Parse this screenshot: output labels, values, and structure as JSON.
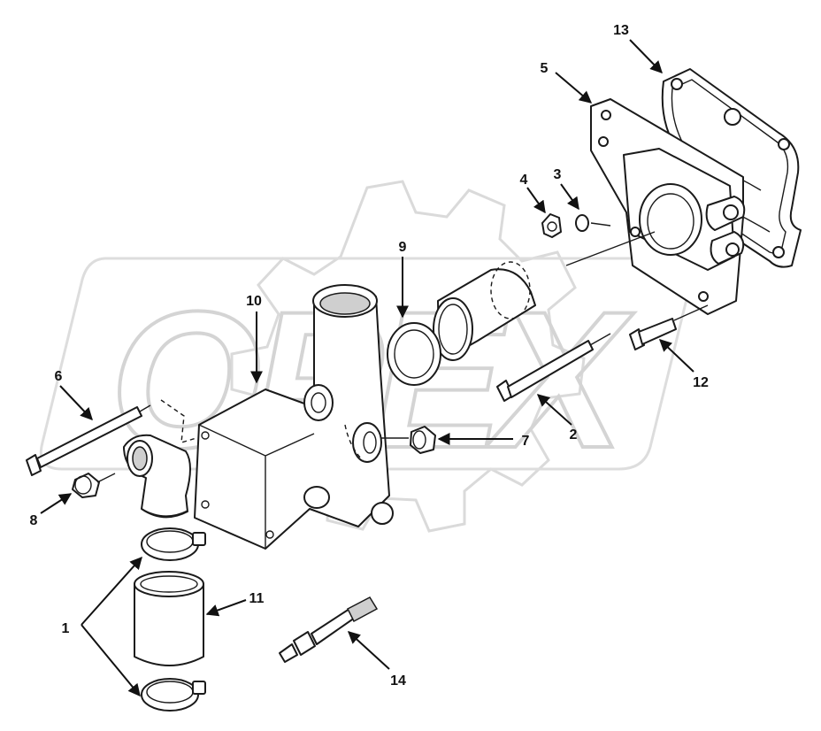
{
  "watermark": {
    "text": "OPEX"
  },
  "corner_code": "",
  "callouts": {
    "c1": "1",
    "c2": "2",
    "c3": "3",
    "c4": "4",
    "c5": "5",
    "c6": "6",
    "c7": "7",
    "c8": "8",
    "c9": "9",
    "c10": "10",
    "c11": "11",
    "c12": "12",
    "c13": "13",
    "c14": "14"
  }
}
